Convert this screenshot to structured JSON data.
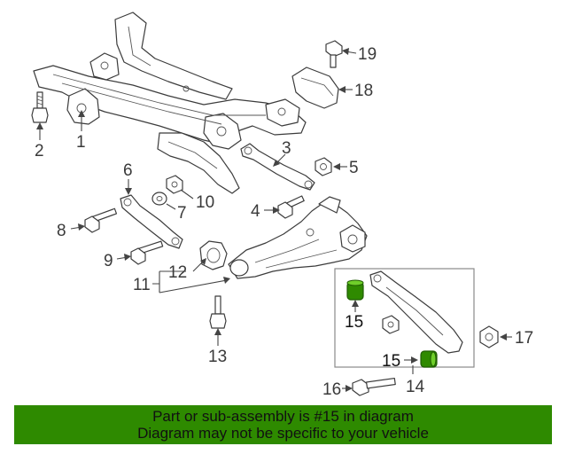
{
  "callouts": {
    "c1": "1",
    "c2": "2",
    "c3": "3",
    "c4": "4",
    "c5": "5",
    "c6": "6",
    "c7": "7",
    "c8": "8",
    "c9": "9",
    "c10": "10",
    "c11": "11",
    "c12": "12",
    "c13": "13",
    "c14": "14",
    "c15a": "15",
    "c15b": "15",
    "c16": "16",
    "c17": "17",
    "c18": "18",
    "c19": "19"
  },
  "highlighted_part": "15",
  "banner": {
    "line1": "Part or sub-assembly is #15 in diagram",
    "line2": "Diagram may not be specific to your vehicle"
  },
  "colors": {
    "banner_background": "#2e8a00",
    "highlight_part": "#2f8a00",
    "line_art": "#3c3c3c"
  }
}
